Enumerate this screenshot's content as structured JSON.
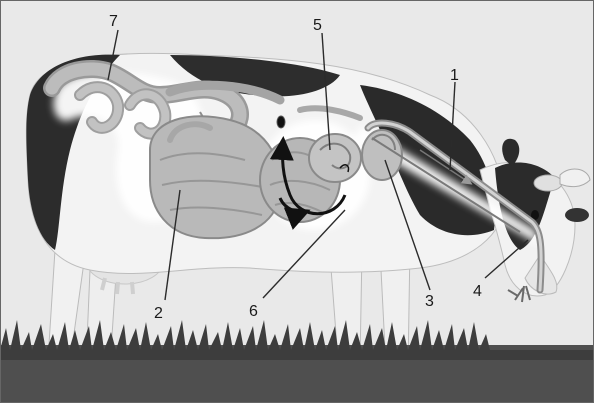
{
  "labels": {
    "l1": "1",
    "l2": "2",
    "l3": "3",
    "l4": "4",
    "l5": "5",
    "l6": "6",
    "l7": "7"
  },
  "colors": {
    "sky": "#ececec",
    "cow_white": "#f4f4f4",
    "cow_black": "#2c2c2c",
    "organ": "#b3b3b3",
    "organ_edge": "#8a8a8a",
    "glow": "#ffffff",
    "grass": "#4a4a4a",
    "arrow": "#111111"
  }
}
